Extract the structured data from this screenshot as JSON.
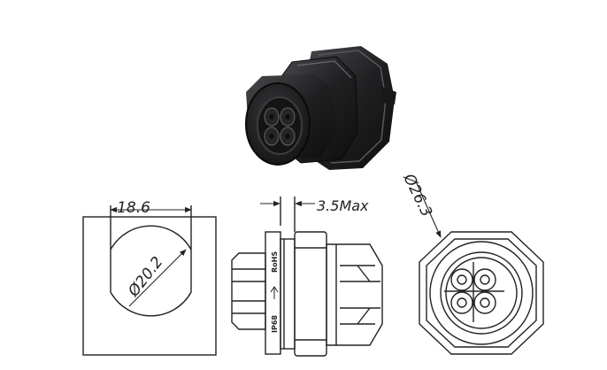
{
  "product": {
    "render_name": "circular-connector-photo"
  },
  "dimensions": {
    "width": "18.6",
    "bore_diameter": "Ø20.2",
    "protrusion": "3.5Max",
    "flange_diameter": "Ø26.3"
  },
  "markings": {
    "rohs": "RoHS",
    "ip": "IP68"
  },
  "colors": {
    "line": "#222222",
    "body": "#1b1b1c",
    "highlight": "#4a4a4e"
  }
}
